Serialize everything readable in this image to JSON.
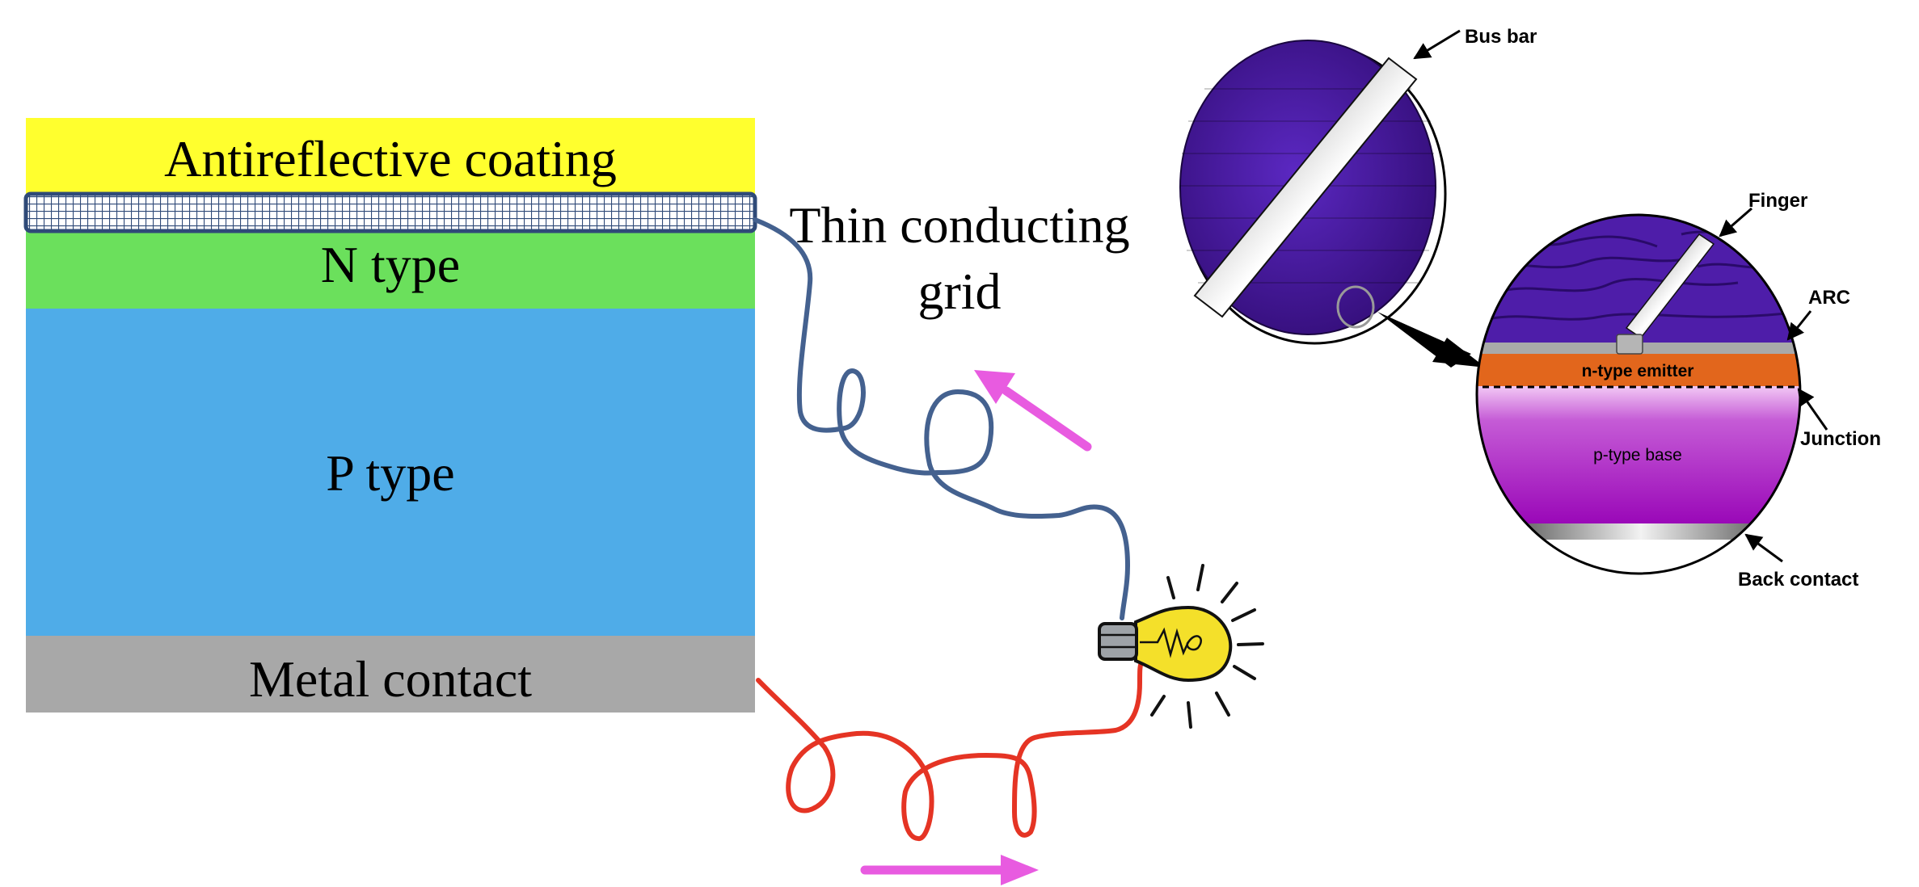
{
  "layers": {
    "arc": "Antireflective coating",
    "n_type": "N type",
    "p_type": "P type",
    "metal": "Metal contact"
  },
  "grid_label": [
    "Thin conducting",
    "grid"
  ],
  "callouts": {
    "bus_bar": "Bus bar",
    "finger": "Finger",
    "arc": "ARC",
    "n_emitter": "n-type emitter",
    "junction": "Junction",
    "p_base": "p-type base",
    "back_contact": "Back contact"
  },
  "colors": {
    "arc_yellow": "#FFFF2E",
    "n_green": "#6BE05C",
    "p_blue": "#4FACE8",
    "metal_gray": "#A8A8A8",
    "grid_navy": "#2F4A78",
    "wire_blue": "#44618F",
    "wire_red": "#E53424",
    "arrow_magenta": "#E85BE0",
    "cell_purple": "#4A1AA0",
    "emitter_orange": "#E2661C",
    "base_purple": "#A60FC0",
    "bulb_yellow": "#F4E02A"
  },
  "icons": {
    "bulb": "light-bulb-icon",
    "current_arrow": "arrow-icon"
  }
}
